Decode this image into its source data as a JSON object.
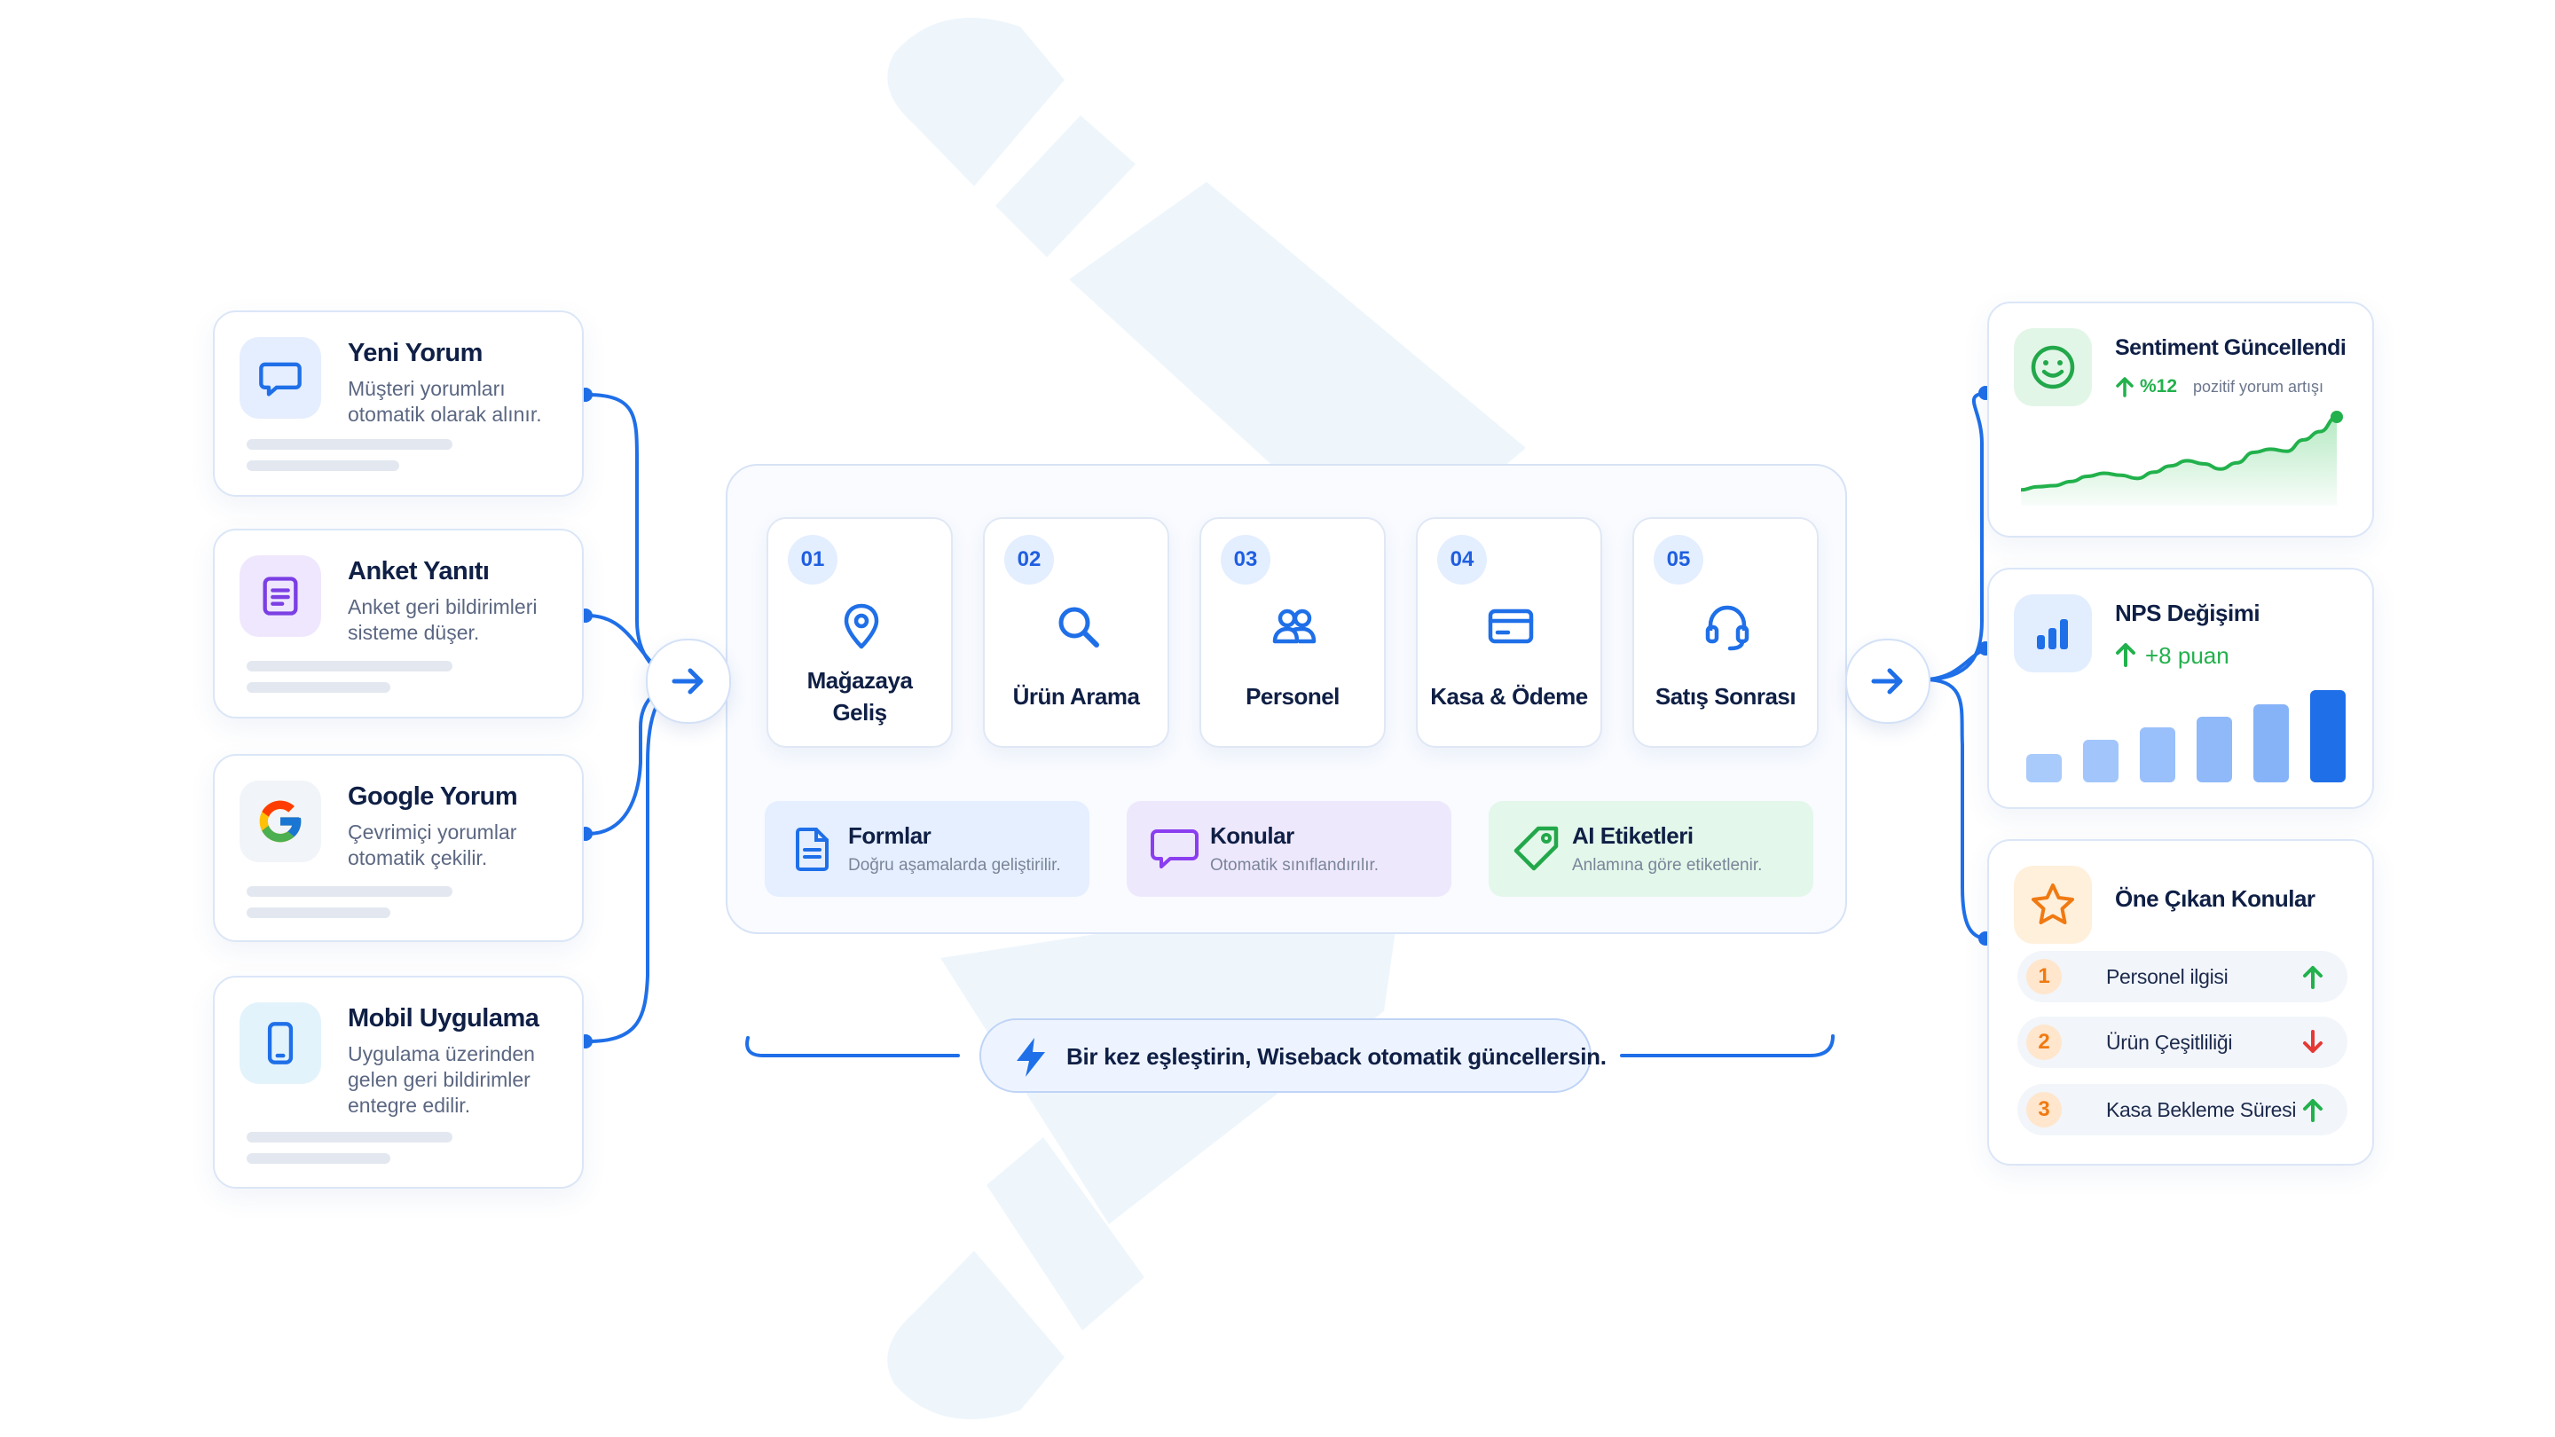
{
  "sources": [
    {
      "title": "Yeni Yorum",
      "desc": "Müşteri yorumları otomatik olarak alınır.",
      "icon": "chat-bubble-icon"
    },
    {
      "title": "Anket Yanıtı",
      "desc": "Anket geri bildirimleri sisteme düşer.",
      "icon": "survey-icon"
    },
    {
      "title": "Google Yorum",
      "desc": "Çevrimiçi yorumlar otomatik çekilir.",
      "icon": "google-icon"
    },
    {
      "title": "Mobil Uygulama",
      "desc": "Uygulama üzerinden gelen geri bildirimler entegre edilir.",
      "icon": "mobile-phone-icon"
    }
  ],
  "steps": [
    {
      "num": "01",
      "label": "Mağazaya Geliş",
      "icon": "location-pin-icon"
    },
    {
      "num": "02",
      "label": "Ürün Arama",
      "icon": "search-icon"
    },
    {
      "num": "03",
      "label": "Personel",
      "icon": "users-icon"
    },
    {
      "num": "04",
      "label": "Kasa & Ödeme",
      "icon": "credit-card-icon"
    },
    {
      "num": "05",
      "label": "Satış Sonrası",
      "icon": "headset-icon"
    }
  ],
  "tags": [
    {
      "title": "Formlar",
      "desc": "Doğru aşamalarda geliştirilir.",
      "icon": "document-icon",
      "bg": "#e5efff"
    },
    {
      "title": "Konular",
      "desc": "Otomatik sınıflandırılır.",
      "icon": "chat-bubble-icon",
      "bg": "#eee8fd"
    },
    {
      "title": "AI Etiketleri",
      "desc": "Anlamına göre etiketlenir.",
      "icon": "tag-icon",
      "bg": "#e3f7ea"
    }
  ],
  "banner": {
    "text": "Bir kez eşleştirin, Wiseback otomatik güncellersin.",
    "icon": "lightning-icon"
  },
  "sentiment": {
    "title": "Sentiment Güncellendi",
    "change": "%12",
    "change_desc": "pozitif yorum artışı",
    "icon": "smiley-icon",
    "trend": [
      10,
      13,
      14,
      18,
      23,
      26,
      24,
      21,
      27,
      33,
      38,
      35,
      30,
      36,
      46,
      49,
      47,
      58,
      66,
      80
    ]
  },
  "nps": {
    "title": "NPS Değişimi",
    "change": "+8 puan",
    "icon": "bar-chart-icon",
    "bars": [
      16,
      24,
      31,
      37,
      44,
      52
    ]
  },
  "topics": {
    "title": "Öne Çıkan Konular",
    "icon": "star-icon",
    "items": [
      {
        "rank": "1",
        "name": "Personel ilgisi",
        "trend": "up"
      },
      {
        "rank": "2",
        "name": "Ürün Çeşitliliği",
        "trend": "down"
      },
      {
        "rank": "3",
        "name": "Kasa Bekleme Süresi",
        "trend": "up"
      }
    ]
  },
  "colors": {
    "accent": "#1f6fe8",
    "positive": "#22b14c",
    "negative": "#e53935",
    "rank": "#f07a12"
  }
}
